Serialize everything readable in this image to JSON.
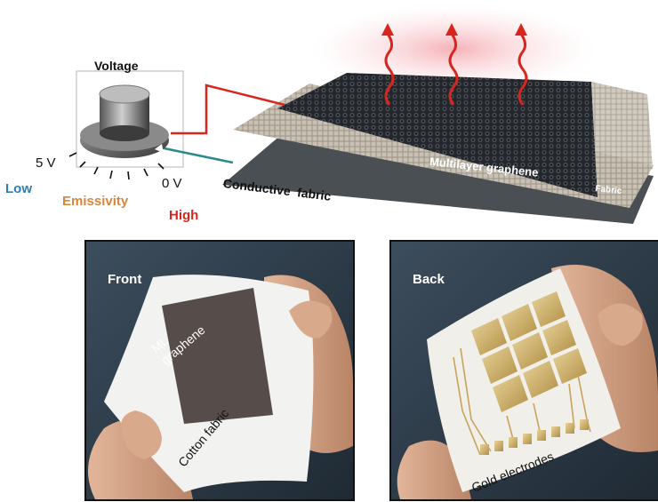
{
  "knob": {
    "title": "Voltage",
    "tick_max": "5 V",
    "tick_min": "0 V"
  },
  "scale": {
    "low": "Low",
    "middle": "Emissivity",
    "high": "High",
    "colors": {
      "low": "#2e7db5",
      "middle": "#d8863a",
      "high": "#d7261e"
    }
  },
  "device": {
    "layer_top": "Multilayer graphene",
    "layer_mid": "Fabric",
    "layer_bottom": "Conductive  fabric",
    "wire_colors": {
      "positive": "#d7261e",
      "negative": "#2a8a8c"
    }
  },
  "photos": {
    "front": {
      "title": "Front",
      "patch_label": "ML graphene",
      "fabric_label": "Cotton fabric"
    },
    "back": {
      "title": "Back",
      "electrode_label": "Gold electrodes"
    }
  }
}
